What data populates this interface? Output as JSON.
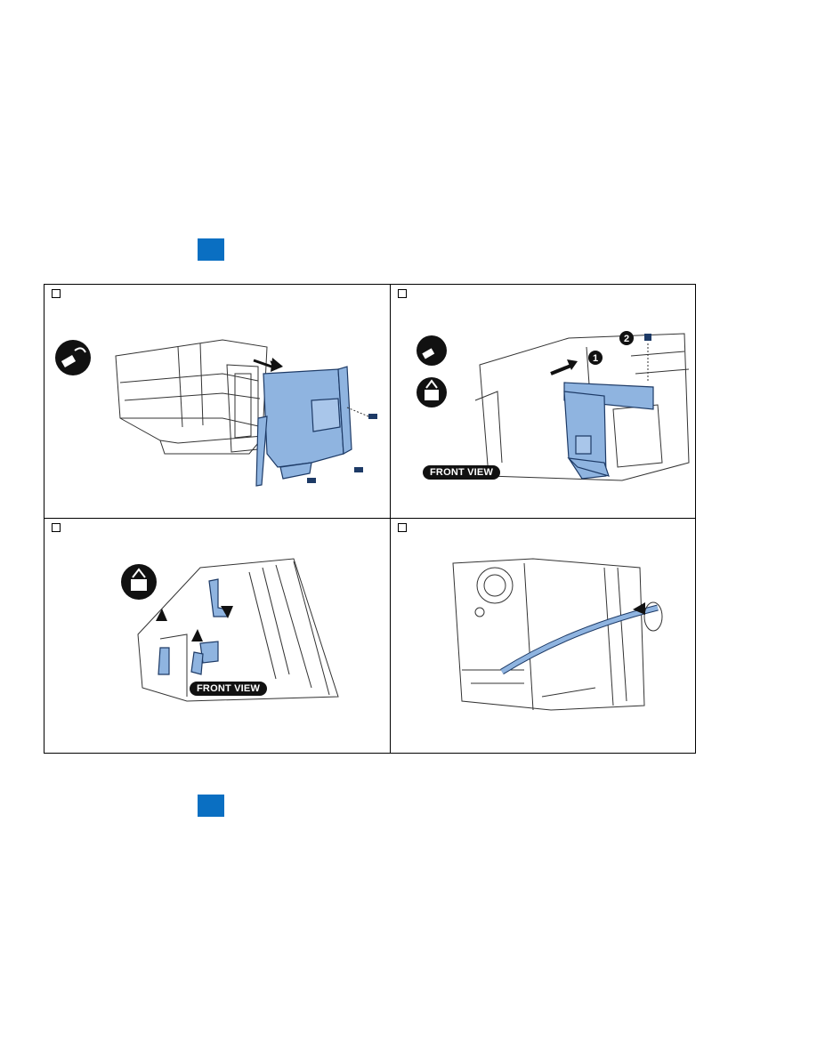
{
  "markers": [
    "",
    ""
  ],
  "panels": [
    {
      "id": "p1",
      "icons": [
        "remove-screw-icon"
      ]
    },
    {
      "id": "p2",
      "icons": [
        "remove-screw-icon",
        "remove-part-icon"
      ],
      "callouts": [
        "1",
        "2"
      ],
      "label": "FRONT VIEW"
    },
    {
      "id": "p3",
      "icons": [
        "remove-part-icon"
      ],
      "label": "FRONT VIEW"
    },
    {
      "id": "p4",
      "icons": []
    }
  ],
  "colors": {
    "accent": "#0a6fc2",
    "part_highlight": "#8fb4e0"
  }
}
